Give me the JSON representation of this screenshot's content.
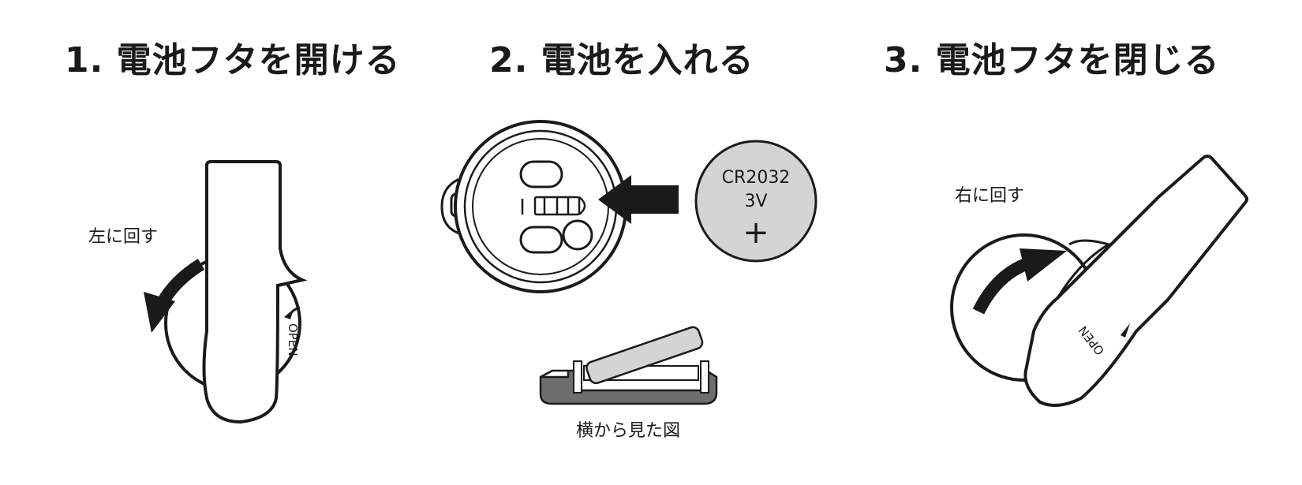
{
  "steps": [
    {
      "title": "1. 電池フタを開ける"
    },
    {
      "title": "2. 電池を入れる"
    },
    {
      "title": "3. 電池フタを閉じる"
    }
  ],
  "labels": {
    "rotate_left": "左に回す",
    "rotate_right": "右に回す",
    "side_view": "横から見た図",
    "open_mark": "OPEN"
  },
  "battery": {
    "model": "CR2032",
    "voltage": "3V",
    "polarity": "+"
  },
  "colors": {
    "ink": "#1a1a1a",
    "battery_face": "#d4d4d4",
    "case_gray": "#6e6e6e",
    "arrow": "#1a1a1a"
  }
}
